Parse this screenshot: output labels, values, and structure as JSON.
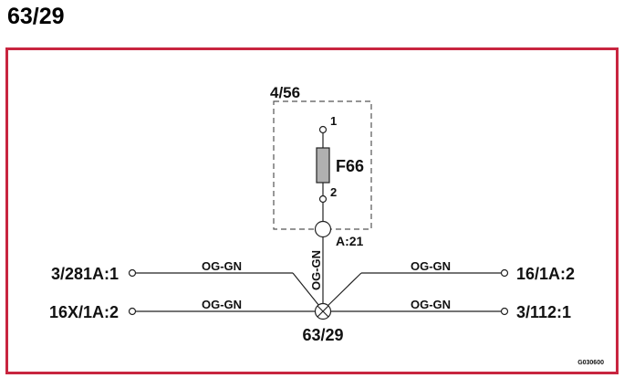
{
  "page": {
    "title": "63/29"
  },
  "module": {
    "label": "4/56",
    "fuse": "F66",
    "pin_top": "1",
    "pin_bottom": "2"
  },
  "junction_top": {
    "label": "A:21"
  },
  "vertical_wire": {
    "color": "OG-GN"
  },
  "splice": {
    "label": "63/29"
  },
  "connections": {
    "left_top": {
      "label": "3/281A:1",
      "wire": "OG-GN"
    },
    "left_bottom": {
      "label": "16X/1A:2",
      "wire": "OG-GN"
    },
    "right_top": {
      "label": "16/1A:2",
      "wire": "OG-GN"
    },
    "right_bottom": {
      "label": "3/112:1",
      "wire": "OG-GN"
    }
  },
  "drawing_id": "G030600",
  "colors": {
    "frame": "#c8253f",
    "fuse_fill": "#b0b0b0"
  }
}
